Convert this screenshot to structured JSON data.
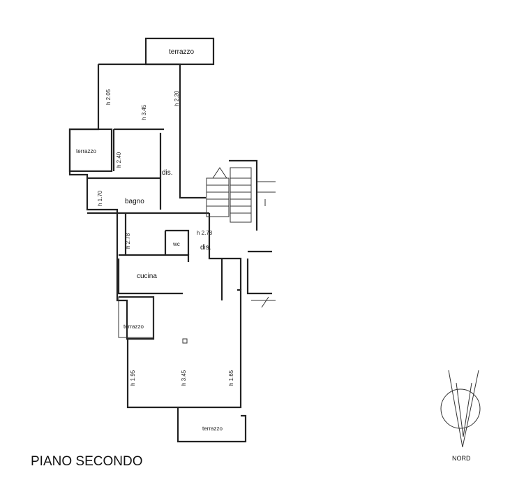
{
  "title": "PIANO SECONDO",
  "compass_label": "NORD",
  "rooms": {
    "terrazzo_top": "terrazzo",
    "terrazzo_left": "terrazzo",
    "terrazzo_mid": "terrazzo",
    "terrazzo_bottom": "terrazzo",
    "dis_upper": "dis.",
    "dis_lower": "dis.",
    "bagno": "bagno",
    "wc": "wc",
    "cucina": "cucina"
  },
  "heights": {
    "h_top_left": "h 2.05",
    "h_top_mid": "h 3.45",
    "h_top_right": "h 2.20",
    "h_terr_left": "h 2.40",
    "h_bagno": "h 1.70",
    "h_mid_left": "h 2.78",
    "h_dis": "h 2.78",
    "h_bot_left": "h 1.95",
    "h_bot_mid": "h 3.45",
    "h_bot_right": "h 1.65"
  }
}
